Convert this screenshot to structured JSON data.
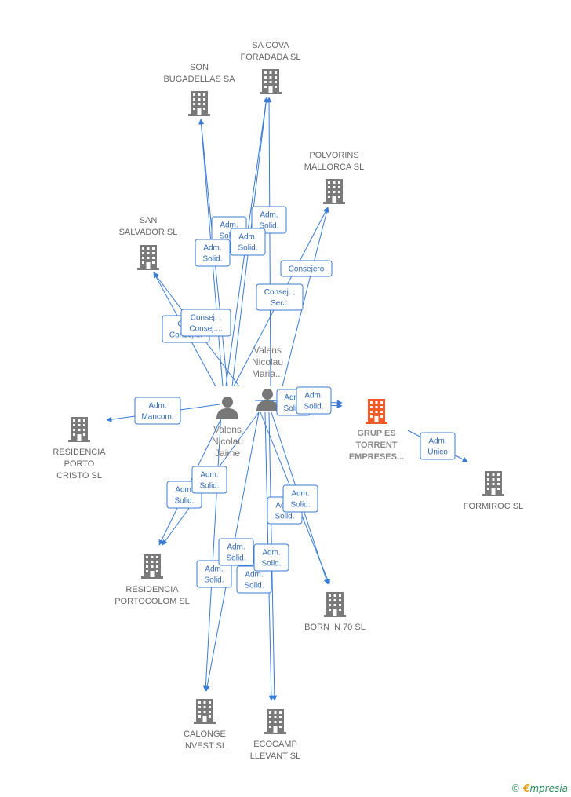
{
  "colors": {
    "edge": "#3a7bd5",
    "building": "#7a7a7a",
    "main_building": "#f05a28",
    "person": "#777777"
  },
  "companies": [
    {
      "id": "sa-cova",
      "lines": [
        "SA COVA",
        "FORADADA  SL"
      ]
    },
    {
      "id": "son-bugadellas",
      "lines": [
        "SON",
        "BUGADELLAS SA"
      ]
    },
    {
      "id": "polvorins",
      "lines": [
        "POLVORINS",
        "MALLORCA  SL"
      ]
    },
    {
      "id": "san-salvador",
      "lines": [
        "SAN",
        "SALVADOR SL"
      ]
    },
    {
      "id": "residencia-porto-cristo",
      "lines": [
        "RESIDENCIA",
        "PORTO",
        "CRISTO SL"
      ]
    },
    {
      "id": "grup-es-torrent",
      "lines": [
        "GRUP ES",
        "TORRENT",
        "EMPRESES..."
      ],
      "main": true
    },
    {
      "id": "formiroc",
      "lines": [
        "FORMIROC  SL"
      ]
    },
    {
      "id": "residencia-portocolom",
      "lines": [
        "RESIDENCIA",
        "PORTOCOLOM SL"
      ]
    },
    {
      "id": "born-in-70",
      "lines": [
        "BORN IN 70 SL"
      ]
    },
    {
      "id": "calonge",
      "lines": [
        "CALONGE",
        "INVEST  SL"
      ]
    },
    {
      "id": "ecocamp",
      "lines": [
        "ECOCAMP",
        "LLEVANT  SL"
      ]
    }
  ],
  "persons": [
    {
      "id": "valens-jaime",
      "lines": [
        "Valens",
        "Nicolau",
        "Jaime"
      ]
    },
    {
      "id": "valens-maria",
      "lines": [
        "Valens",
        "Nicolau",
        "Maria..."
      ]
    }
  ],
  "relations": [
    {
      "id": "r1",
      "lines": [
        "Adm.",
        "Solid."
      ]
    },
    {
      "id": "r2",
      "lines": [
        "Adm.",
        "Solid."
      ]
    },
    {
      "id": "r3",
      "lines": [
        "Adm.",
        "Solid."
      ]
    },
    {
      "id": "r4",
      "lines": [
        "Adm.",
        "Solid."
      ]
    },
    {
      "id": "r5",
      "lines": [
        "Consejero"
      ]
    },
    {
      "id": "r6",
      "lines": [
        "Consej. ,",
        "Secr."
      ]
    },
    {
      "id": "r7",
      "lines": [
        "Co...",
        "Consej...."
      ]
    },
    {
      "id": "r8",
      "lines": [
        "Consej. ,",
        "Consej...."
      ]
    },
    {
      "id": "r9",
      "lines": [
        "Adm.",
        "Mancom."
      ]
    },
    {
      "id": "r10",
      "lines": [
        "Adm.",
        "Solid."
      ]
    },
    {
      "id": "r11",
      "lines": [
        "Adm.",
        "Solid."
      ]
    },
    {
      "id": "r12",
      "lines": [
        "Adm.",
        "Unico"
      ]
    },
    {
      "id": "r13",
      "lines": [
        "Adm.",
        "Solid."
      ]
    },
    {
      "id": "r14",
      "lines": [
        "Adm.",
        "Solid."
      ]
    },
    {
      "id": "r15",
      "lines": [
        "Adm.",
        "Solid."
      ]
    },
    {
      "id": "r16",
      "lines": [
        "Adm.",
        "Solid."
      ]
    },
    {
      "id": "r17",
      "lines": [
        "Adm.",
        "Solid."
      ]
    },
    {
      "id": "r18",
      "lines": [
        "Adm.",
        "Solid."
      ]
    },
    {
      "id": "r19",
      "lines": [
        "Adm.",
        "Solid."
      ]
    },
    {
      "id": "r20",
      "lines": [
        "Adm.",
        "Solid."
      ]
    }
  ],
  "brand": {
    "copyright": "©",
    "initial": "€",
    "rest": "mpresia"
  }
}
